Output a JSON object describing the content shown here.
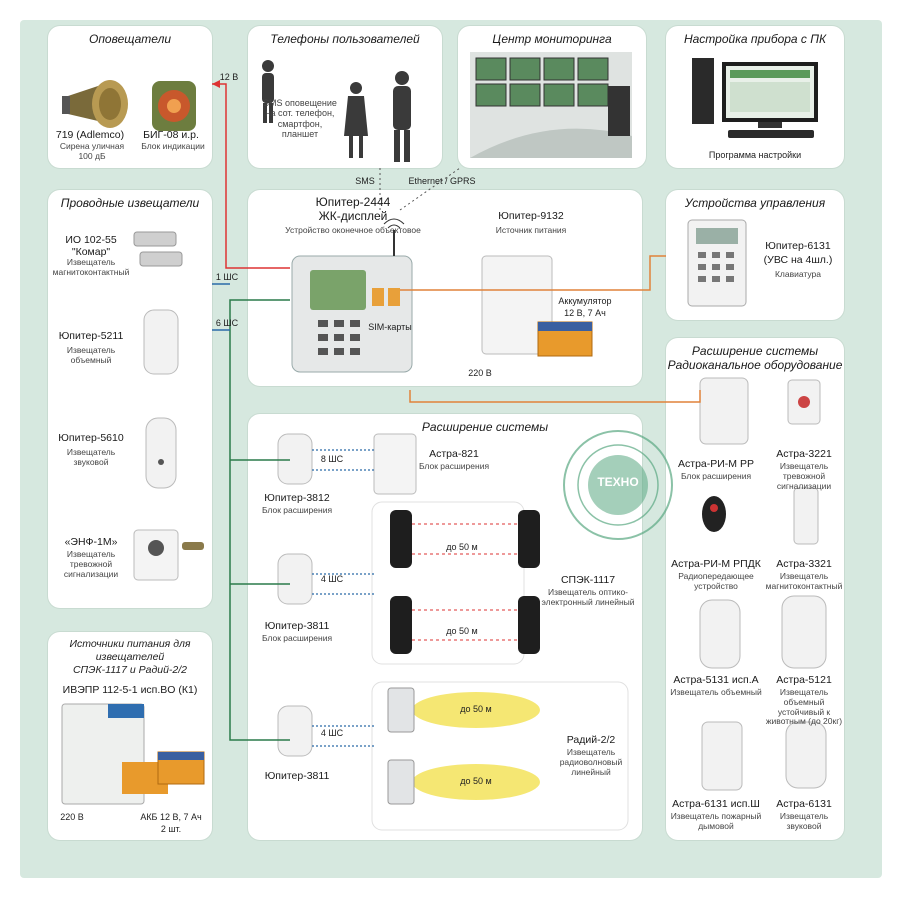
{
  "notify": {
    "title": "Оповещатели",
    "siren1_name": "719 (Adlemco)",
    "siren1_desc": "Сирена уличная 100 дБ",
    "siren2_name": "БИГ-08 и.р.",
    "siren2_desc": "Блок индикации",
    "v12": "12 В"
  },
  "phones": {
    "title": "Телефоны пользователей",
    "desc": "SMS оповещение на сот. телефон, смартфон, планшет"
  },
  "monitoring": {
    "title": "Центр мониторинга"
  },
  "pcsetup": {
    "title": "Настройка прибора с ПК",
    "program": "Программа настройки"
  },
  "wired": {
    "title": "Проводные извещатели",
    "d1_name": "ИО 102-55 \"Комар\"",
    "d1_desc": "Извещатель магнитоконтактный",
    "d2_name": "Юпитер-5211",
    "d2_desc": "Извещатель объемный",
    "d3_name": "Юпитер-5610",
    "d3_desc": "Извещатель звуковой",
    "d4_name": "«ЭНФ-1М»",
    "d4_desc": "Извещатель тревожной сигнализации"
  },
  "central": {
    "title1": "Юпитер-2444",
    "title2": "ЖК-дисплей",
    "desc": "Устройство оконечное объектовое",
    "ps_name": "Юпитер-9132",
    "ps_desc": "Источник питания",
    "bat_name": "Аккумулятор",
    "bat_desc": "12 В, 7 Ач",
    "sim": "SIM-карты",
    "v220": "220 В",
    "shs1": "1 ШС",
    "shs6": "6 ШС",
    "gsm": "SMS",
    "gprs": "Ethernet / GPRS"
  },
  "control": {
    "title": "Устройства управления",
    "name": "Юпитер-6131",
    "name2": "(УВС на 4шл.)",
    "desc": "Клавиатура"
  },
  "expansion": {
    "title": "Расширение системы",
    "astra821_name": "Астра-821",
    "astra821_desc": "Блок расширения",
    "u3812_name": "Юпитер-3812",
    "u3812_desc": "Блок расширения",
    "shs8": "8 ШС",
    "u3811a_name": "Юпитер-3811",
    "u3811a_desc": "Блок расширения",
    "shs4a": "4 ШС",
    "u3811b_name": "Юпитер-3811",
    "shs4b": "4 ШС",
    "spek_name": "СПЭК-1117",
    "spek_desc": "Извещатель оптико-электронный линейный",
    "range1": "до 50 м",
    "range2": "до 50 м",
    "radii_name": "Радий-2/2",
    "radii_desc": "Извещатель радиоволновый линейный",
    "range3": "до 50 м",
    "range4": "до 50 м"
  },
  "power": {
    "title1": "Источники питания для",
    "title2": "извещателей",
    "title3": "СПЭК-1117 и Радий-2/2",
    "model": "ИВЭПР 112-5-1 исп.BO (К1)",
    "v220": "220 В",
    "bat": "АКБ 12 В, 7 Ач",
    "bat2": "2 шт."
  },
  "radio": {
    "title1": "Расширение системы",
    "title2": "Радиоканальное оборудование",
    "r1_name": "Астра-РИ-М РР",
    "r1_desc": "Блок расширения",
    "r2_name": "Астра-3221",
    "r2_desc": "Извещатель тревожной сигнализации",
    "r3_name": "Астра-РИ-М РПДК",
    "r3_desc": "Радиопередающее устройство",
    "r4_name": "Астра-3321",
    "r4_desc": "Извещатель магнитоконтактный",
    "r5_name": "Астра-5131 исп.А",
    "r5_desc": "Извещатель объемный",
    "r6_name": "Астра-5121",
    "r6_desc": "Извещатель объемный устойчивый к животным (до 20кг)",
    "r7_name": "Астра-6131 исп.Ш",
    "r7_desc": "Извещатель пожарный дымовой",
    "r8_name": "Астра-6131",
    "r8_desc": "Извещатель звуковой"
  },
  "stamp": {
    "text": "ТЕХНО"
  }
}
